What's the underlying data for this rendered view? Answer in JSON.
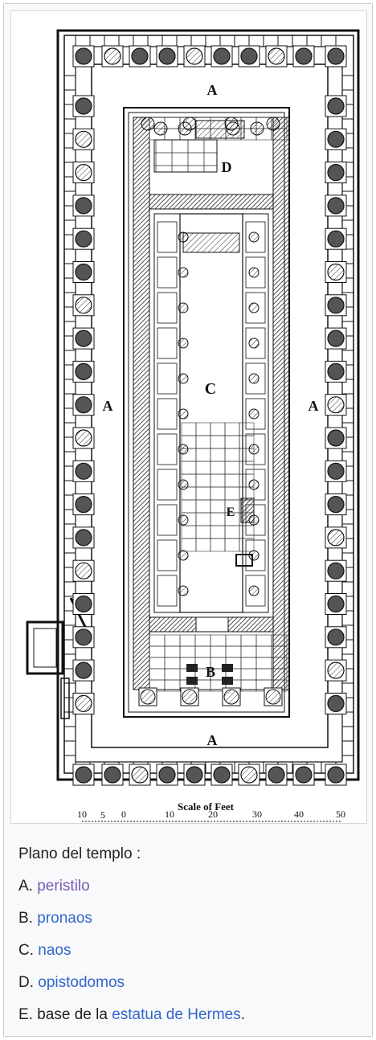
{
  "figure": {
    "labels": {
      "A": "A",
      "B": "B",
      "C": "C",
      "D": "D",
      "E": "E"
    },
    "scale": {
      "title": "Scale of Feet",
      "ticks": [
        "10",
        "5",
        "0",
        "10",
        "20",
        "30",
        "40",
        "50"
      ]
    }
  },
  "caption": {
    "heading": "Plano del templo :",
    "items": [
      {
        "prefix": "A. ",
        "link": "peristilo",
        "suffix": "",
        "visited": true
      },
      {
        "prefix": "B. ",
        "link": "pronaos",
        "suffix": "",
        "visited": false
      },
      {
        "prefix": "C. ",
        "link": "naos",
        "suffix": "",
        "visited": false
      },
      {
        "prefix": "D. ",
        "link": "opistodomos",
        "suffix": "",
        "visited": false
      },
      {
        "prefix": "E. base de la ",
        "link": "estatua de Hermes",
        "suffix": ".",
        "visited": false
      }
    ]
  },
  "colors": {
    "link": "#3366cc",
    "visited_link": "#795cb2",
    "text": "#202122",
    "border": "#c8ccd1",
    "background": "#f8f9fa"
  }
}
